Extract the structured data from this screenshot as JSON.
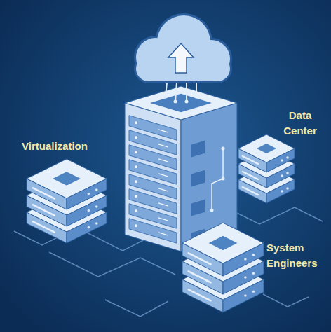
{
  "diagram": {
    "labels": [
      "Virtualization",
      "Data Center",
      "System Engineers"
    ]
  }
}
